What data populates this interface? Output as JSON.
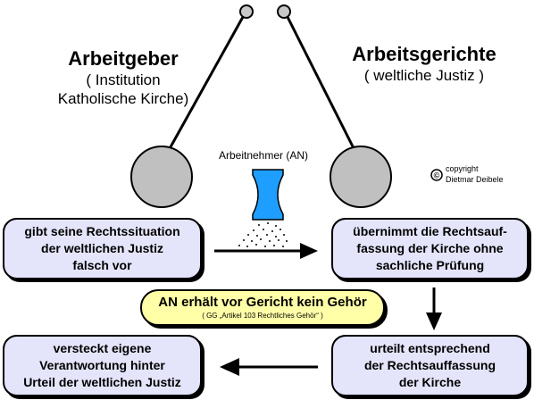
{
  "left_header": {
    "title": "Arbeitgeber",
    "line1": "( Institution",
    "line2": "Katholische Kirche)"
  },
  "right_header": {
    "title": "Arbeitsgerichte",
    "line1": "( weltliche Justiz )"
  },
  "employee_label": "Arbeitnehmer (AN)",
  "copyright": {
    "symbol": "©",
    "line1": "copyright",
    "line2": "Dietmar Deibele"
  },
  "boxes": {
    "top_left": [
      "gibt seine Rechtssituation",
      "der weltlichen Justiz",
      "falsch vor"
    ],
    "top_right": [
      "übernimmt die Rechtsauf-",
      "fassung der Kirche ohne",
      "sachliche Prüfung"
    ],
    "bottom_right": [
      "urteilt entsprechend",
      "der Rechtsauffassung",
      "der Kirche"
    ],
    "bottom_left": [
      "versteckt eigene",
      "Verantwortung hinter",
      "Urteil der weltlichen Justiz"
    ]
  },
  "center_note": {
    "main": "AN erhält vor Gericht kein Gehör",
    "sub": "( GG „Artikel 103 Rechtliches Gehör“ )"
  },
  "colors": {
    "box_fill": "#e4e4fa",
    "note_fill": "#ffffa8",
    "pan_fill": "#c0c0c0",
    "hourglass_fill": "#1e9fff"
  }
}
